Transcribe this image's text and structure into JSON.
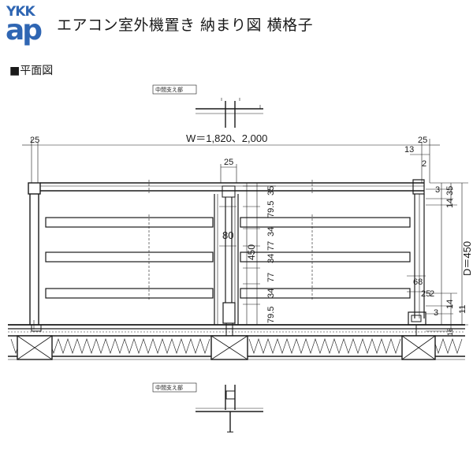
{
  "logo": {
    "line1": "YKK",
    "line2": "ap"
  },
  "title": "エアコン室外機置き 納まり図 横格子",
  "section_heading": "■平面図",
  "detail_labels": {
    "top": "中間支え部",
    "bottom": "中間支え部"
  },
  "dims": {
    "overall_width": "W＝1,820、2,000",
    "end_left": "25",
    "end_right": "25",
    "post_width": "25",
    "corner_13": "13",
    "corner_2": "2",
    "depth": "D＝450",
    "depth_inner": "450",
    "post_80": "80",
    "slat_35": "35",
    "slat_79_5_top": "79.5",
    "slat_34_a": "34",
    "slat_77_a": "77",
    "slat_34_b": "34",
    "slat_77_b": "77",
    "slat_34_c": "34",
    "slat_79_5_bottom": "79.5",
    "r_3_top": "3",
    "r_35": "35",
    "r_14_top": "14",
    "r_68": "68",
    "r_25": "25",
    "r_2": "2",
    "r_14_bottom": "14",
    "r_3_bottom": "3",
    "r_11": "11",
    "r_18": "18"
  },
  "colors": {
    "logo_blue": "#2f66b3",
    "line": "#1a1a1a"
  }
}
